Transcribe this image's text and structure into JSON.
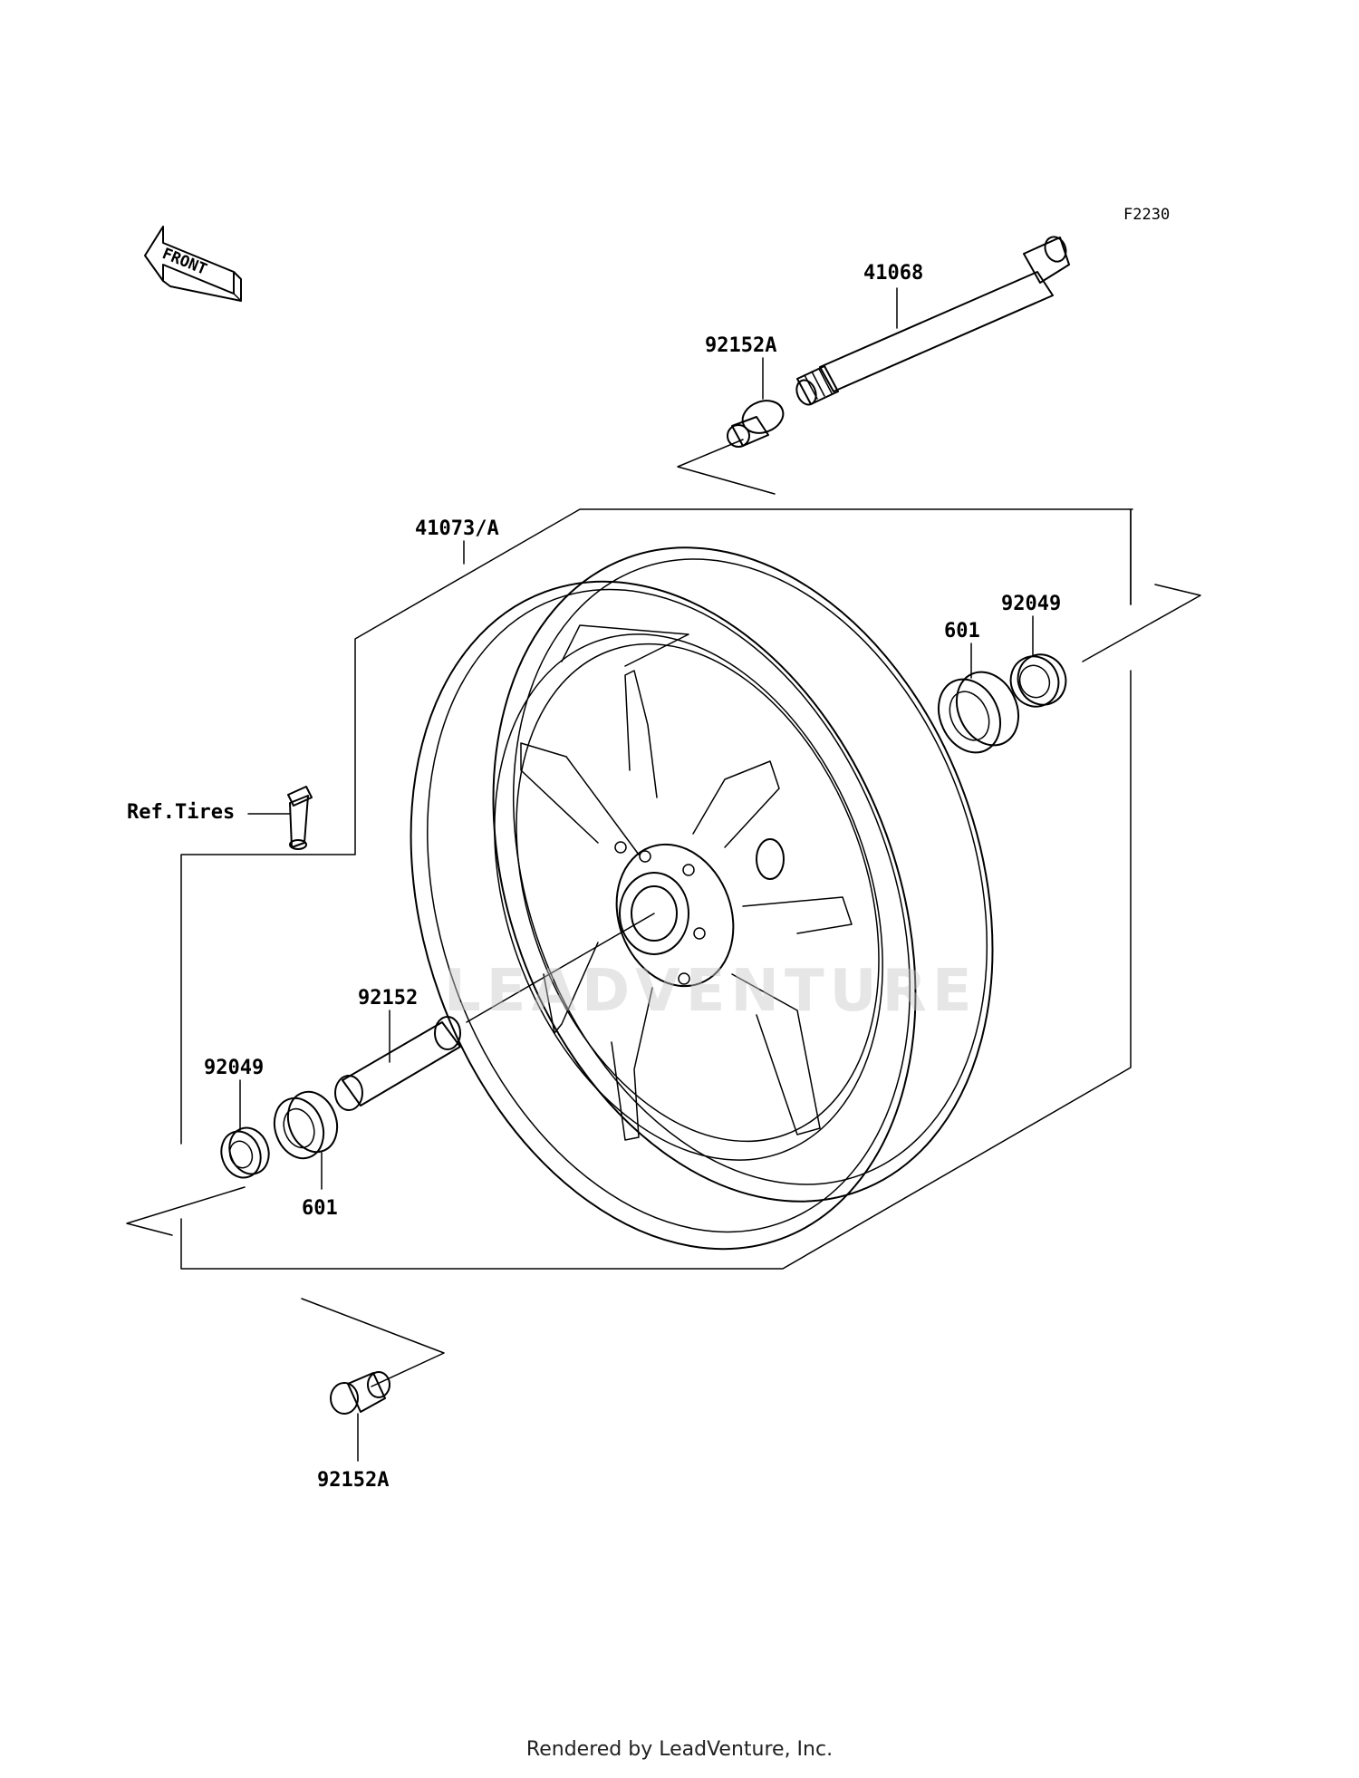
{
  "diagram_code": "F2230",
  "front_arrow_label": "FRONT",
  "watermark": "LEADVENTURE",
  "footer": "Rendered by LeadVenture, Inc.",
  "labels": {
    "axle": "41068",
    "collar_top": "92152A",
    "wheel": "41073/A",
    "seal_right": "92049",
    "bearing_right": "601",
    "valve": "Ref.Tires",
    "sleeve": "92152",
    "seal_left": "92049",
    "bearing_left": "601",
    "collar_bottom": "92152A"
  }
}
